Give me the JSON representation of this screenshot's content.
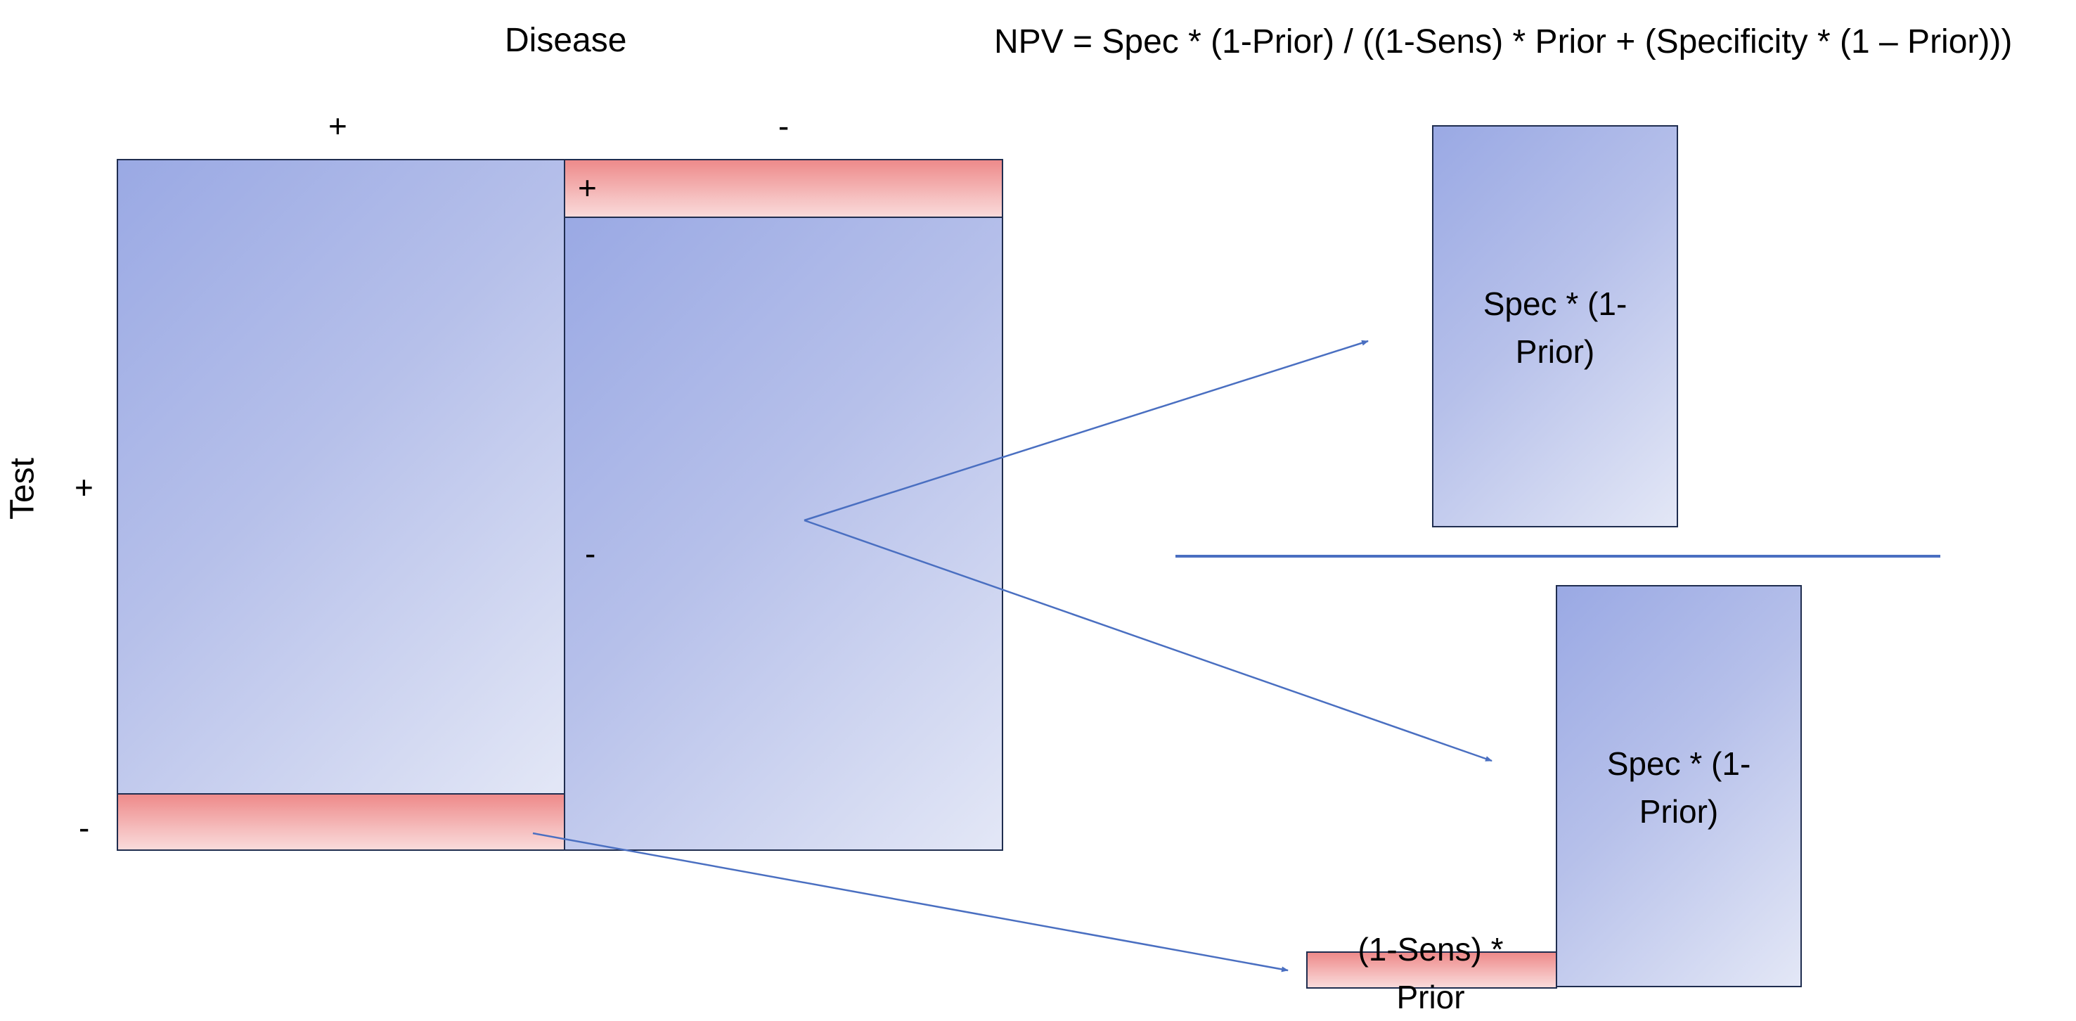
{
  "labels": {
    "disease": "Disease",
    "test": "Test",
    "formula": "NPV = Spec * (1-Prior) / ((1-Sens) * Prior + (Specificity * (1 – Prior)))",
    "disease_pos": "+",
    "disease_neg": "-",
    "test_pos": "+",
    "test_neg": "-",
    "cell_false_pos": "+",
    "cell_true_neg": "-"
  },
  "numerator": {
    "label": "Spec * (1-Prior)"
  },
  "denominator": {
    "true_neg_label": "Spec * (1-Prior)",
    "false_neg_label": "(1-Sens) * Prior"
  },
  "colors": {
    "blue_start": "#9aa9e4",
    "blue_end": "#e3e7f6",
    "red_start": "#ee8a8a",
    "red_end": "#f9dada",
    "arrow": "#4a6fc1",
    "border": "#1f2d4f"
  }
}
